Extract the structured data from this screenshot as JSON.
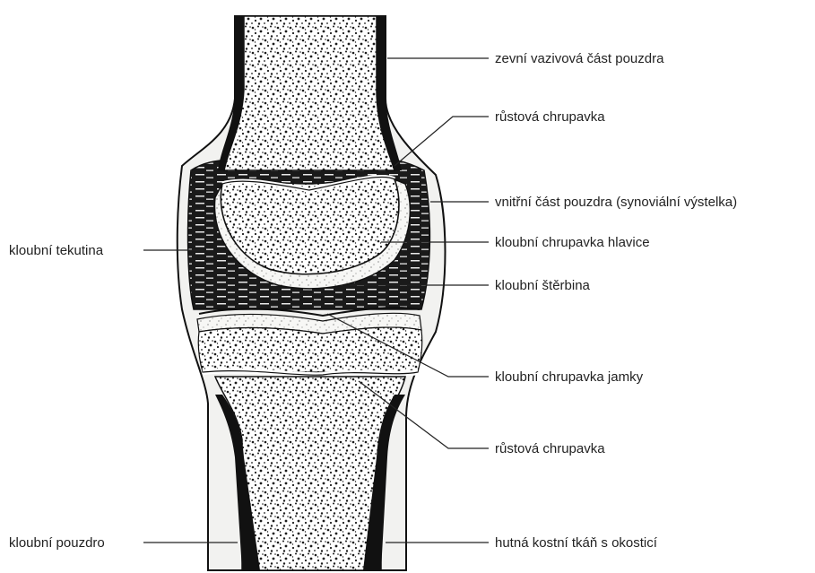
{
  "labels": {
    "outer_fibrous_capsule": "zevní vazivová část pouzdra",
    "growth_cartilage_upper": "růstová chrupavka",
    "synovial_lining": "vnitřní část pouzdra (synoviální výstelka)",
    "synovial_fluid": "kloubní tekutina",
    "head_cartilage": "kloubní chrupavka hlavice",
    "joint_space": "kloubní štěrbina",
    "socket_cartilage": "kloubní chrupavka jamky",
    "growth_cartilage_lower": "růstová chrupavka",
    "joint_capsule": "kloubní pouzdro",
    "compact_bone": "hutná kostní tkáň s okosticí"
  },
  "colors": {
    "background": "#ffffff",
    "ink": "#111111",
    "fluid": "#1a1a1a",
    "capsule": "#f2f2f0",
    "cartilage": "#f7f7f5"
  }
}
